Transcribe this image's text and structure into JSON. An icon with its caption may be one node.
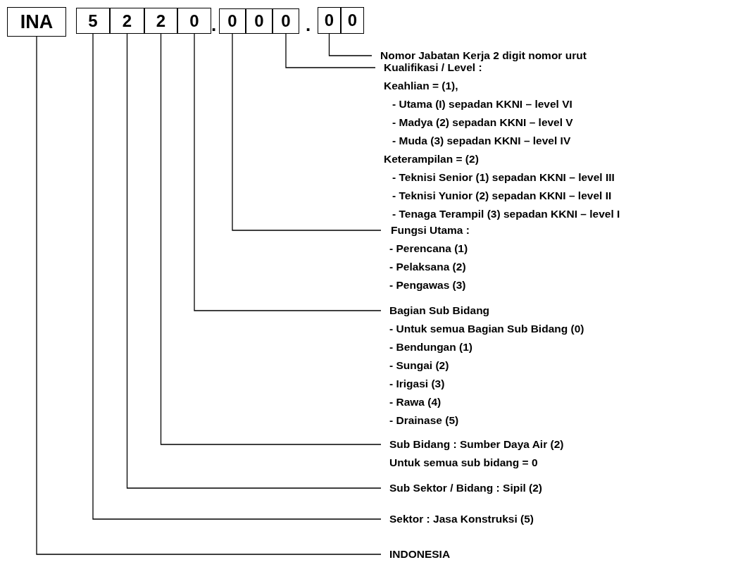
{
  "diagram": {
    "nodes": [
      {
        "text": [
          "INA"
        ]
      },
      {
        "text": [
          "5"
        ]
      },
      {
        "text": [
          "2"
        ]
      },
      {
        "text": [
          "2"
        ]
      },
      {
        "text": [
          "0"
        ]
      },
      {
        "text": [
          "0"
        ]
      },
      {
        "text": [
          "0"
        ]
      },
      {
        "text": [
          "0"
        ]
      },
      {
        "text": [
          "0"
        ]
      },
      {
        "text": [
          "0"
        ]
      },
      {
        "text": [
          "Nomor Jabatan Kerja 2 digit nomor urut"
        ]
      },
      {
        "text": [
          "Kualifikasi / Level :",
          "Keahlian = (1),",
          "- Utama (I) sepadan KKNI – level VI",
          "- Madya (2) sepadan KKNI – level V",
          "- Muda (3) sepadan KKNI – level IV",
          "Keterampilan = (2)",
          "- Teknisi Senior (1) sepadan KKNI – level III",
          "- Teknisi Yunior (2) sepadan KKNI – level II",
          "- Tenaga Terampil (3) sepadan KKNI – level I"
        ]
      },
      {
        "text": [
          "Fungsi Utama :",
          "- Perencana (1)",
          "- Pelaksana (2)",
          "- Pengawas (3)"
        ]
      },
      {
        "text": [
          "Bagian Sub Bidang",
          "- Untuk semua Bagian Sub Bidang (0)",
          "- Bendungan (1)",
          "- Sungai (2)",
          "- Irigasi (3)",
          "- Rawa (4)",
          "- Drainase (5)"
        ]
      },
      {
        "text": [
          "Sub Bidang : Sumber Daya Air (2)",
          "Untuk semua sub bidang = 0"
        ]
      },
      {
        "text": [
          "Sub Sektor / Bidang : Sipil (2)"
        ]
      },
      {
        "text": [
          "Sektor : Jasa Konstruksi (5)"
        ]
      },
      {
        "text": [
          "INDONESIA"
        ]
      }
    ],
    "edges": [
      {
        "from": 8,
        "to": 10,
        "arrow": "none"
      },
      {
        "from": 7,
        "to": 11,
        "arrow": "none"
      },
      {
        "from": 5,
        "to": 12,
        "arrow": "none"
      },
      {
        "from": 4,
        "to": 13,
        "arrow": "none"
      },
      {
        "from": 3,
        "to": 14,
        "arrow": "none"
      },
      {
        "from": 2,
        "to": 15,
        "arrow": "none"
      },
      {
        "from": 1,
        "to": 16,
        "arrow": "none"
      },
      {
        "from": 0,
        "to": 17,
        "arrow": "none"
      }
    ],
    "labels": [
      ".",
      "."
    ]
  }
}
